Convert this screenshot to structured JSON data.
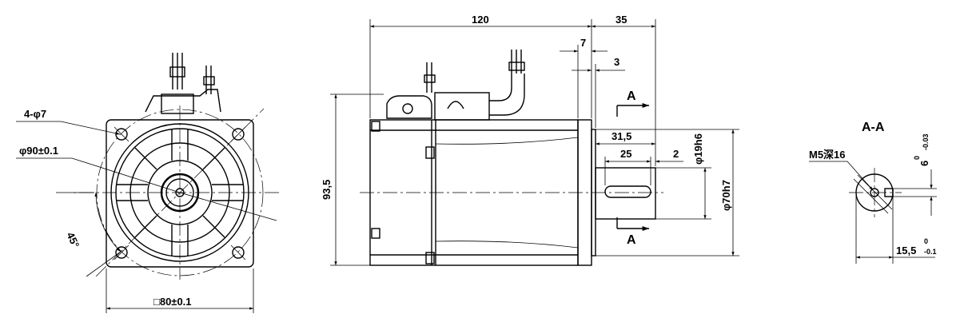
{
  "front_view": {
    "holes_label": "4-φ7",
    "pcd_label": "φ90±0.1",
    "angle_label": "45°",
    "square_label": "□80±0.1"
  },
  "side_view": {
    "length_label": "120",
    "shaft_length_label": "35",
    "flange_label": "7",
    "spigot_label": "3",
    "height_label": "93,5",
    "shaft_key_label": "31,5",
    "key_length_label": "25",
    "key_offset_label": "2",
    "shaft_dia_label": "φ19h6",
    "spigot_dia_label": "φ70h7",
    "section_mark": "A"
  },
  "section_view": {
    "title": "A-A",
    "thread_label": "M5深16",
    "key_width_label": "6",
    "key_width_tol_upper": "0",
    "key_width_tol_lower": "-0.03",
    "key_depth_label": "15,5",
    "key_depth_tol_upper": "0",
    "key_depth_tol_lower": "-0.1"
  }
}
